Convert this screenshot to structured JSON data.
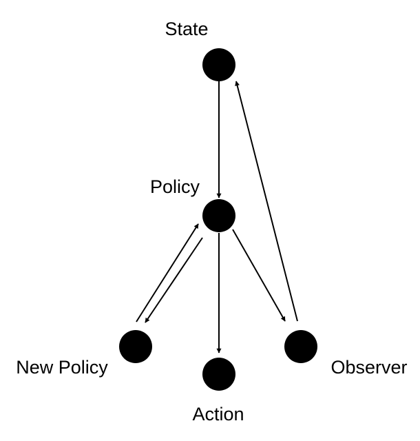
{
  "diagram": {
    "colors": {
      "node": "#000000",
      "edge": "#000000",
      "text": "#000000",
      "background": "#ffffff"
    },
    "nodes": {
      "state": {
        "label": "State"
      },
      "policy": {
        "label": "Policy"
      },
      "new_policy": {
        "label": "New Policy"
      },
      "action": {
        "label": "Action"
      },
      "observer": {
        "label": "Observer"
      }
    },
    "edges": [
      {
        "from": "state",
        "to": "policy"
      },
      {
        "from": "policy",
        "to": "action"
      },
      {
        "from": "policy",
        "to": "observer"
      },
      {
        "from": "observer",
        "to": "state"
      },
      {
        "from": "new_policy",
        "to": "policy"
      },
      {
        "from": "policy",
        "to": "new_policy"
      }
    ]
  }
}
